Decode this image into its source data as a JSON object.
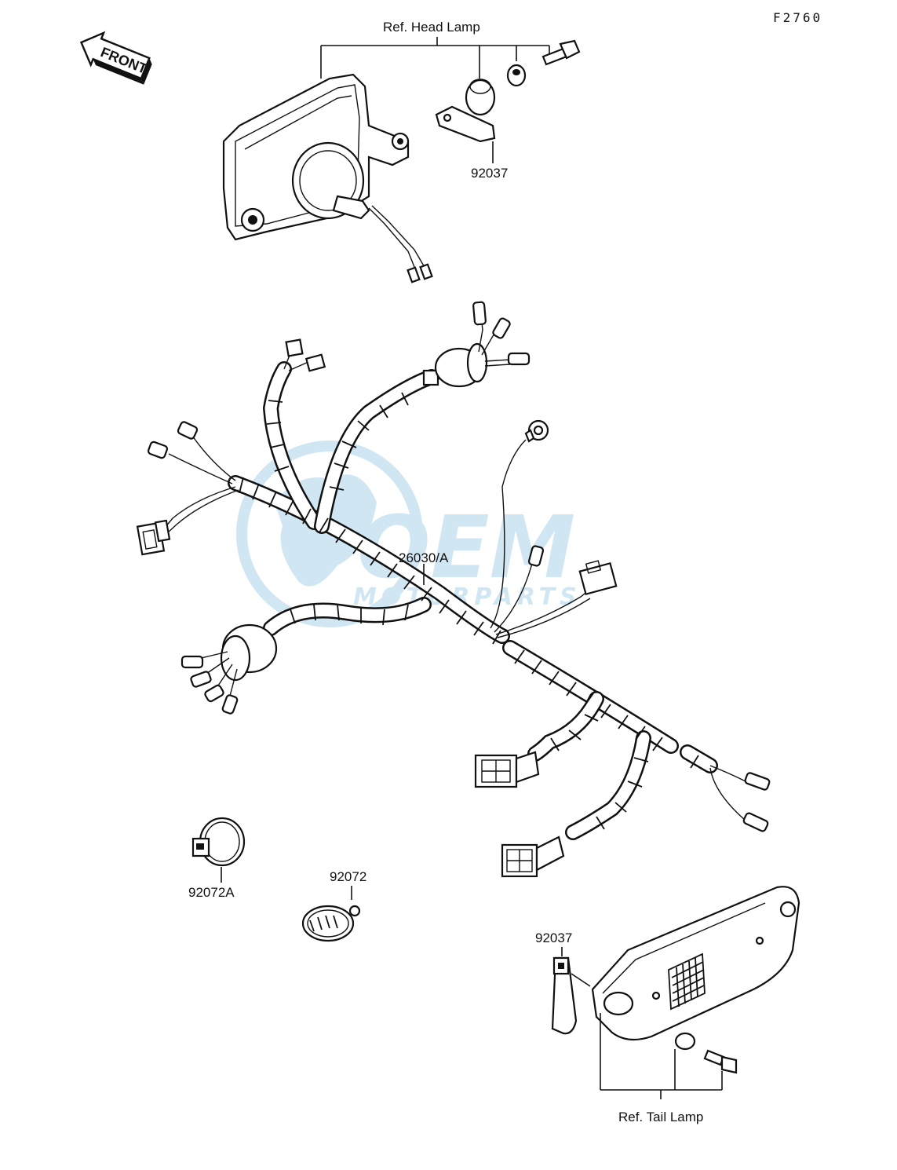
{
  "diagram_code": "F2760",
  "front_label": "FRONT",
  "labels": {
    "head_lamp_ref": "Ref. Head Lamp",
    "tail_lamp_ref": "Ref. Tail Lamp"
  },
  "parts": {
    "bracket_top": "92037",
    "bracket_bottom": "92037",
    "wiring_harness": "26030/A",
    "clamp_a": "92072A",
    "clamp": "92072"
  },
  "watermark": {
    "brand": "OEM",
    "sub": "MOTORPARTS",
    "color": "#5aa9d6"
  }
}
